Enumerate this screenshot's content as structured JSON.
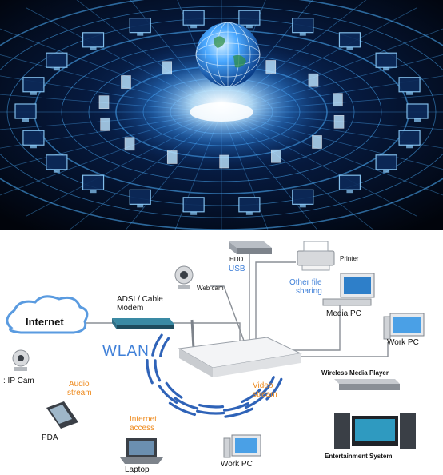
{
  "labels": {
    "hdd": "HDD",
    "usb": "USB",
    "printer": "Printer",
    "webcam": "Web cam",
    "adsl_line1": "ADSL/ Cable",
    "adsl_line2": "Modem",
    "other_line1": "Other file",
    "other_line2": "sharing",
    "media_pc": "Media PC",
    "internet": "Internet",
    "work_pc_right": "Work PC",
    "wlan": "WLAN",
    "ip_cam": ": IP Cam",
    "audio_line1": "Audio",
    "audio_line2": "stream",
    "video_line1": "Video",
    "video_line2": "stream",
    "wireless_media_player": "Wireless Media Player",
    "internet_access_line1": "Internet",
    "internet_access_line2": "access",
    "pda": "PDA",
    "laptop": "Laptop",
    "work_pc_bottom": "Work PC",
    "entertainment": "Entertainment System"
  },
  "colors": {
    "hero_bg": "#02060f",
    "glow": "#5fb8ff",
    "wlan_blue": "#3e7fd8",
    "stream_orange": "#ee8a1d",
    "cloud_blue": "#5a9be0",
    "modem_teal": "#2f6f86"
  }
}
